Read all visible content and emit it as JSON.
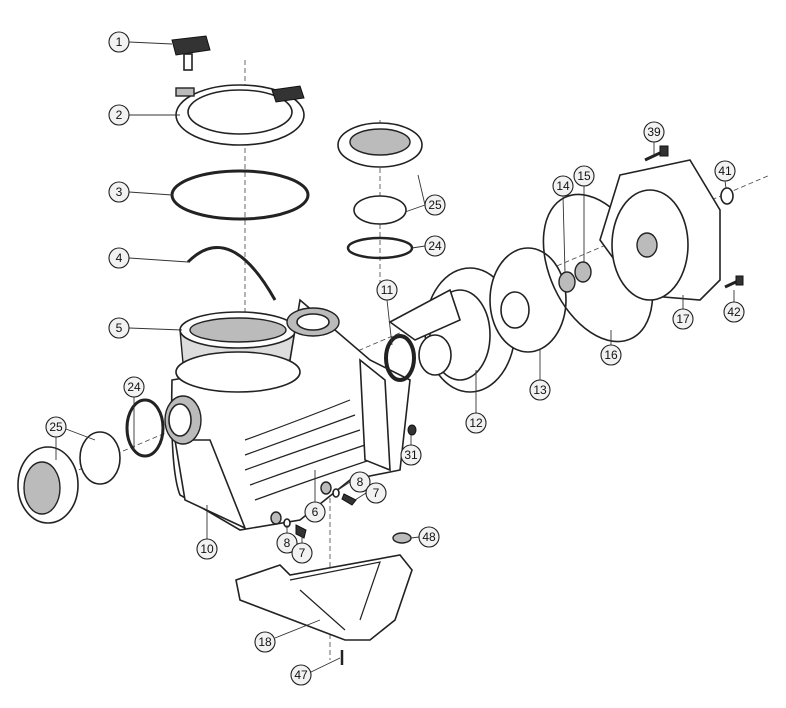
{
  "callouts": {
    "c1": "1",
    "c2": "2",
    "c3": "3",
    "c4": "4",
    "c5": "5",
    "c24a": "24",
    "c25a": "25",
    "c10": "10",
    "c8a": "8",
    "c7a": "7",
    "c6": "6",
    "c8b": "8",
    "c7b": "7",
    "c31": "31",
    "c48": "48",
    "c18": "18",
    "c47": "47",
    "c25b": "25",
    "c24b": "24",
    "c11": "11",
    "c12": "12",
    "c13": "13",
    "c14": "14",
    "c15": "15",
    "c16": "16",
    "c17": "17",
    "c39": "39",
    "c41": "41",
    "c42": "42"
  }
}
